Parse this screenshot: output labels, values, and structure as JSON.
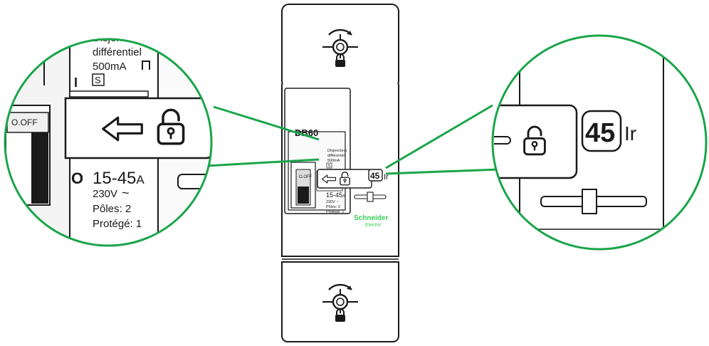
{
  "colors": {
    "stroke": "#1a1a1a",
    "accent_green": "#1aa54a",
    "brand_green": "#3dcd58",
    "callout_fill": "#ffffff",
    "panel_fill": "#f4f4f4"
  },
  "device": {
    "model": "DB60",
    "brand_top": "Schneider",
    "brand_bottom": "Electric",
    "small_label_1": "Disjoncteur",
    "small_label_2": "différentiel",
    "small_label_3": "500mA",
    "small_s_badge": "S",
    "small_o": "O",
    "small_rating": "15-45",
    "small_rating_unit": "A",
    "small_voltage": "230V ~",
    "small_poles": "Pôles: 2",
    "small_protege": "Protégé: 1",
    "small_off": "O.OFF",
    "small_setting": "45",
    "small_ir": "Ir",
    "icons": [
      "rotate-arrow-icon",
      "padlock-icon",
      "screw-icon",
      "left-arrow-icon"
    ]
  },
  "zoom_left": {
    "label_line1": "Disjoncteur",
    "label_line2": "différentiel",
    "label_line3": "500mA",
    "s_badge": "S",
    "switch_label": "O.OFF",
    "o_mark": "O",
    "rating": "15-45",
    "rating_unit": "A",
    "voltage": "230V",
    "voltage_symbol": "~",
    "poles": "Pôles: 2",
    "protege": "Protégé: 1",
    "i_mark": "I"
  },
  "zoom_right": {
    "setting_value": "45",
    "setting_unit": "Ir"
  }
}
